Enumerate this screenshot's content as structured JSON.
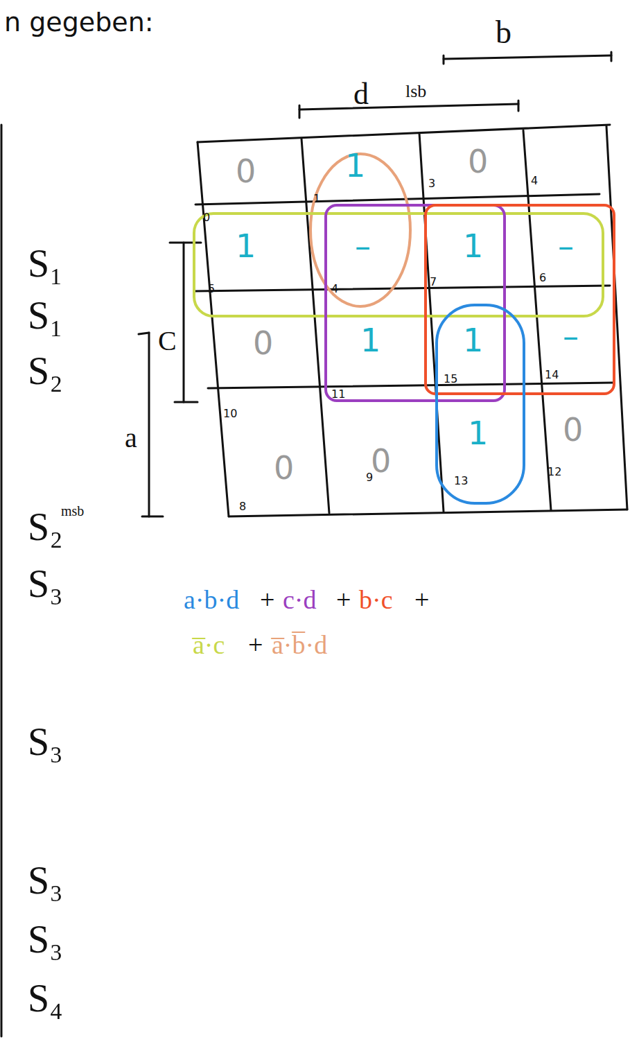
{
  "diagram": {
    "labels": [
      "n gegeben:",
      "b",
      "d",
      "lsb",
      "0",
      "1",
      "0",
      "1",
      "–",
      "1",
      "–",
      "0",
      "1",
      "1",
      "–",
      "0",
      "0",
      "1",
      "0",
      "0",
      "1",
      "3",
      "4",
      "4",
      "5",
      "7",
      "6",
      "10",
      "11",
      "15",
      "14",
      "8",
      "9",
      "13",
      "12",
      "S₁",
      "S₁",
      "S₂",
      "C",
      "a",
      "S₂",
      "msb",
      "S₃",
      "a·b·d",
      "+",
      "c·d",
      "+",
      "b·c",
      "+",
      "a̅·c",
      "+",
      "a̅·b̅·d",
      "S₃",
      "S₃",
      "S₃",
      "S₄"
    ]
  }
}
